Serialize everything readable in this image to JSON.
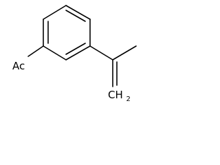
{
  "molecule": {
    "labels": {
      "acetyl": "Ac",
      "methylene_main": "CH",
      "methylene_sub": "2"
    }
  }
}
